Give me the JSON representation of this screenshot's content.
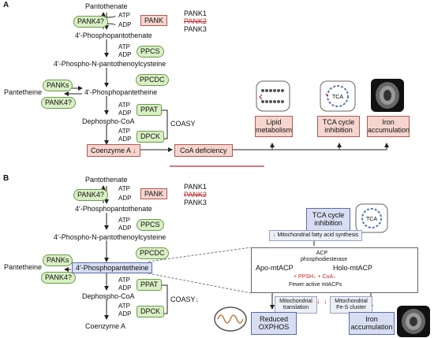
{
  "panel_a": {
    "label": "A",
    "pantothenate": "Pantothenate",
    "pank4": "PANK4?",
    "pank": "PANK",
    "pank1": "PANK1",
    "pank2": "PANK2",
    "pank3": "PANK3",
    "atp1": "ATP",
    "adp1": "ADP",
    "phosphopantothenate": "4′-Phosphopantothenate",
    "ppcs": "PPCS",
    "atp2": "ATP",
    "adp2": "ADP",
    "phosphopantothenoylcysteine": "4′-Phospho-N-pantothenoylcysteine",
    "ppcdc": "PPCDC",
    "pantetheine": "Pantetheine",
    "panks": "PANKs",
    "pank4b": "PANK4?",
    "phosphopantetheine": "4′-Phosphopantetheine",
    "ppat": "PPAT",
    "atp3": "ATP",
    "adp3": "ADP",
    "dephospho_coa": "Dephospho-CoA",
    "dpck": "DPCK",
    "atp4": "ATP",
    "adp4": "ADP",
    "coasy": "COASY",
    "coenzyme_a": "Coenzyme A",
    "down_arrow": "↓",
    "coa_deficiency": "CoA deficiency",
    "lipid_metabolism": "Lipid metabolism",
    "tca_inhibition": "TCA cycle inhibition",
    "iron_accumulation": "Iron accumulation",
    "tca_icon_text": "TCA"
  },
  "panel_b": {
    "label": "B",
    "pantothenate": "Pantothenate",
    "pank4": "PANK4?",
    "pank": "PANK",
    "pank1": "PANK1",
    "pank2": "PANK2",
    "pank3": "PANK3",
    "atp1": "ATP",
    "adp1": "ADP",
    "phosphopantothenate": "4′-Phosphopantothenate",
    "ppcs": "PPCS",
    "atp2": "ATP",
    "adp2": "ADP",
    "phosphopantothenoylcysteine": "4′-Phospho-N-pantothenoylcysteine",
    "ppcdc": "PPCDC",
    "pantetheine": "Pantetheine",
    "panks": "PANKs",
    "pank4b": "PANK4?",
    "phosphopantetheine": "4′-Phosphopantetheine",
    "ppat": "PPAT",
    "atp3": "ATP",
    "adp3": "ADP",
    "dephospho_coa": "Dephospho-CoA",
    "dpck": "DPCK",
    "atp4": "ATP",
    "adp4": "ADP",
    "coasy": "COASY",
    "coasy_arrow": "↓",
    "coenzyme_a": "Coenzyme A",
    "tca_inhibition": "TCA cycle inhibition",
    "tca_icon_text": "TCA",
    "mito_fas": "Mitochondrial fatty acid synthesis",
    "apo_mtacp": "Apo-mtACP",
    "acp_pde": "ACP phosphodiesterase",
    "holo_mtacp": "Holo-mtACP",
    "pposh": "+ PPSH↓ + CoA↓",
    "fewer_active": "Fewer active mtACPs",
    "mito_translation": "Mitochondrial translation",
    "mito_fes": "Mitochondrial Fe-S cluster",
    "reduced_oxphos": "Reduced OXPHOS",
    "iron_accumulation": "Iron accumulation",
    "down_arrow": "↓"
  },
  "colors": {
    "enzyme_fill": "#d9efc4",
    "enzyme_border": "#6a9c4a",
    "outcome_fill_a": "#f6d5cf",
    "outcome_fill_b": "#d7def2",
    "highlight_red": "#c0282a",
    "divider": "#c0282a"
  }
}
